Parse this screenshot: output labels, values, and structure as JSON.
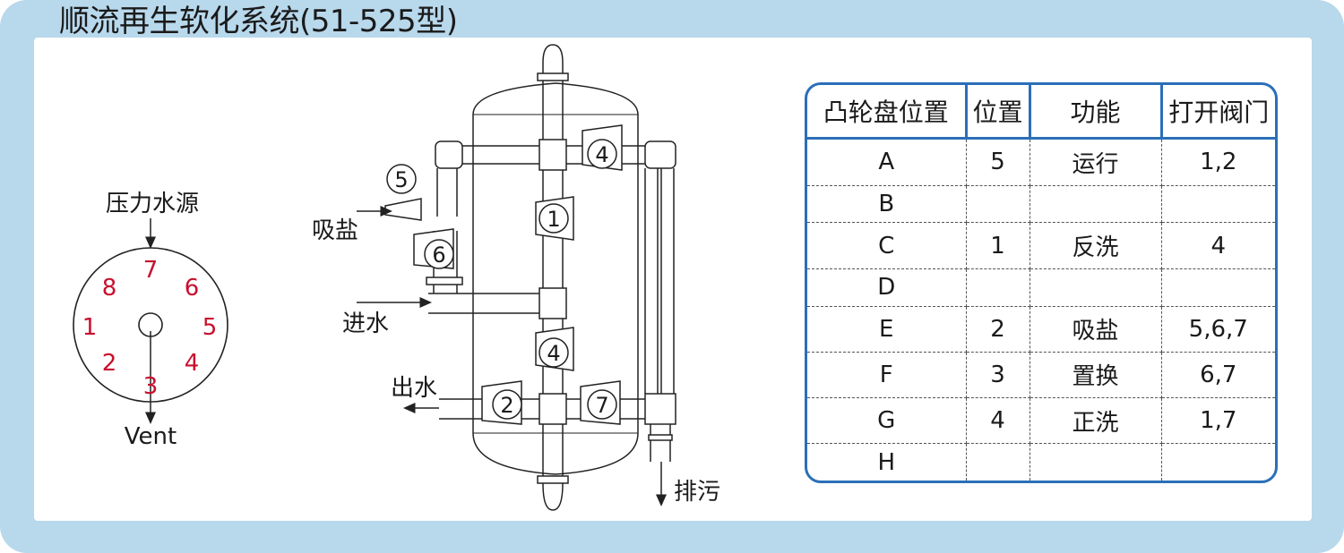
{
  "title": "顺流再生软化系统(51-525型)",
  "dial": {
    "top_label": "压力水源",
    "bottom_label": "Vent",
    "positions": [
      {
        "label": "7"
      },
      {
        "label": "6"
      },
      {
        "label": "5"
      },
      {
        "label": "4"
      },
      {
        "label": "3"
      },
      {
        "label": "2"
      },
      {
        "label": "1"
      },
      {
        "label": "8"
      }
    ]
  },
  "piping": {
    "labels": {
      "salt": "吸盐",
      "inlet": "进水",
      "outlet": "出水",
      "drain": "排污"
    },
    "valves": [
      "5",
      "6",
      "1",
      "4",
      "4",
      "2",
      "7"
    ]
  },
  "table": {
    "headers": [
      "凸轮盘位置",
      "位置",
      "功能",
      "打开阀门"
    ],
    "rows": [
      [
        "A",
        "5",
        "运行",
        "1,2"
      ],
      [
        "B",
        "",
        "",
        ""
      ],
      [
        "C",
        "1",
        "反洗",
        "4"
      ],
      [
        "D",
        "",
        "",
        ""
      ],
      [
        "E",
        "2",
        "吸盐",
        "5,6,7"
      ],
      [
        "F",
        "3",
        "置换",
        "6,7"
      ],
      [
        "G",
        "4",
        "正洗",
        "1,7"
      ],
      [
        "H",
        "",
        "",
        ""
      ]
    ]
  },
  "colors": {
    "frame": "#b8d8ec",
    "table_border": "#2b6fb8",
    "dial_numbers": "#c8102e"
  }
}
